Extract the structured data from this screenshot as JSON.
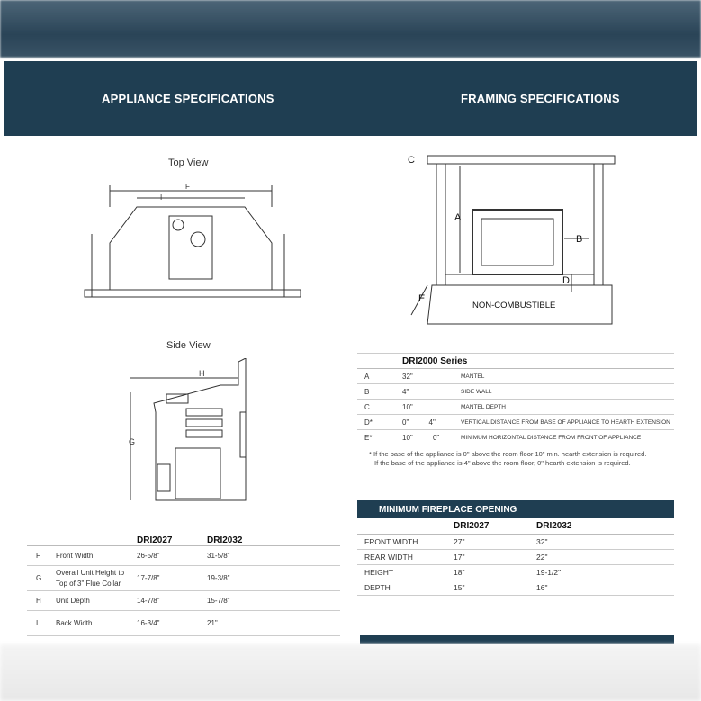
{
  "headers": {
    "appliance": "APPLIANCE SPECIFICATIONS",
    "framing": "FRAMING SPECIFICATIONS"
  },
  "views": {
    "top": "Top View",
    "side": "Side View"
  },
  "diagram_labels": {
    "F": "F",
    "I": "I",
    "H": "H",
    "G": "G",
    "A": "A",
    "B": "B",
    "C": "C",
    "D": "D",
    "E": "E",
    "non_combustible": "NON-COMBUSTIBLE"
  },
  "appliance_table": {
    "columns": [
      "DRI2027",
      "DRI2032"
    ],
    "rows": [
      {
        "key": "F",
        "label": "Front Width",
        "v1": "26-5/8\"",
        "v2": "31-5/8\""
      },
      {
        "key": "G",
        "label": "Overall Unit Height to",
        "label2": "Top of 3\" Flue Collar",
        "v1": "17-7/8\"",
        "v2": "19-3/8\""
      },
      {
        "key": "H",
        "label": "Unit Depth",
        "v1": "14-7/8\"",
        "v2": "15-7/8\""
      },
      {
        "key": "I",
        "label": "Back Width",
        "v1": "16-3/4\"",
        "v2": "21\""
      }
    ]
  },
  "framing_table": {
    "title": "DRI2000 Series",
    "rows": [
      {
        "key": "A",
        "v": "32\"",
        "v2": "",
        "desc": "MANTEL"
      },
      {
        "key": "B",
        "v": "4\"",
        "v2": "",
        "desc": "SIDE WALL"
      },
      {
        "key": "C",
        "v": "10\"",
        "v2": "",
        "desc": "MANTEL DEPTH"
      },
      {
        "key": "D*",
        "v": "0\"",
        "v2": "4\"",
        "desc": "VERTICAL DISTANCE FROM BASE OF APPLIANCE TO HEARTH EXTENSION"
      },
      {
        "key": "E*",
        "v": "10\"",
        "v2": "0\"",
        "desc": "MINIMUM HORIZONTAL DISTANCE FROM FRONT OF APPLIANCE"
      }
    ],
    "note1": "* If the base of the appliance is 0\" above the room floor 10\" min. hearth extension is required.",
    "note2": "If the base of the appliance is 4\" above the room floor, 0\" hearth extension is required."
  },
  "opening": {
    "title": "MINIMUM FIREPLACE OPENING",
    "columns": [
      "DRI2027",
      "DRI2032"
    ],
    "rows": [
      {
        "label": "FRONT WIDTH",
        "v1": "27\"",
        "v2": "32\""
      },
      {
        "label": "REAR WIDTH",
        "v1": "17\"",
        "v2": "22\""
      },
      {
        "label": "HEIGHT",
        "v1": "18\"",
        "v2": "19-1/2\""
      },
      {
        "label": "DEPTH",
        "v1": "15\"",
        "v2": "16\""
      }
    ]
  }
}
